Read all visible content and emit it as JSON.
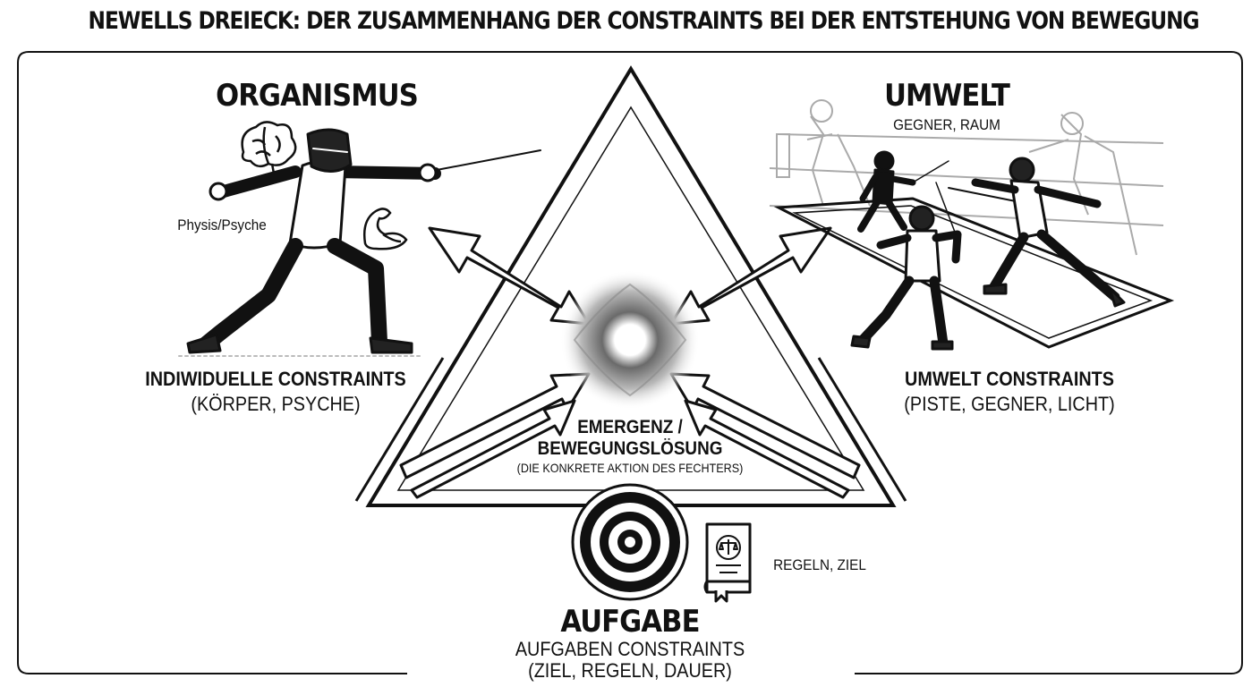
{
  "title": "NEWELLS DREIECK: DER ZUSAMMENHANG DER CONSTRAINTS BEI DER ENTSTEHUNG VON BEWEGUNG",
  "organismus": {
    "heading": "ORGANISMUS",
    "note": "Physis/Psyche",
    "constraints_title": "INDIWIDUELLE CONSTRAINTS",
    "constraints_detail": "(KÖRPER, PSYCHE)"
  },
  "umwelt": {
    "heading": "UMWELT",
    "note": "GEGNER, RAUM",
    "constraints_title": "UMWELT CONSTRAINTS",
    "constraints_detail": "(PISTE, GEGNER, LICHT)"
  },
  "center": {
    "line1": "EMERGENZ /",
    "line2": "BEWEGUNGSLÖSUNG",
    "line3": "(DIE KONKRETE AKTION DES FECHTERS)"
  },
  "aufgabe": {
    "heading": "AUFGABE",
    "note": "REGELN, ZIEL",
    "constraints_title": "AUFGABEN CONSTRAINTS",
    "constraints_detail": "(ZIEL, REGELN, DAUER)"
  },
  "icons": [
    "brain-icon",
    "muscle-icon",
    "fencer-illustration",
    "target-icon",
    "rulebook-icon",
    "scales-icon",
    "fencers-group-illustration"
  ]
}
